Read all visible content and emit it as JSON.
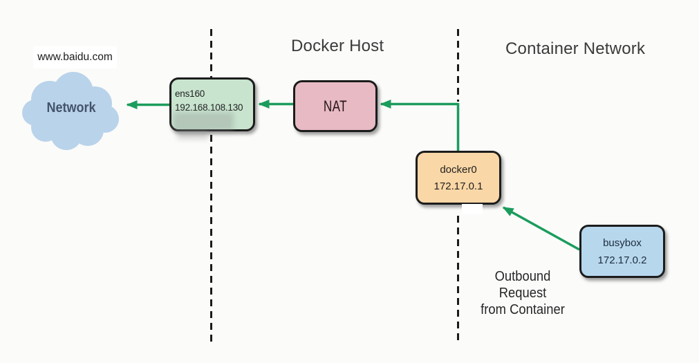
{
  "titles": {
    "docker_host": "Docker Host",
    "container_network": "Container Network"
  },
  "external": {
    "domain": "www.baidu.com"
  },
  "cloud": {
    "label": "Network"
  },
  "nodes": {
    "ens160": {
      "name": "ens160",
      "ip": "192.168.108.130"
    },
    "nat": {
      "label": "NAT"
    },
    "docker0": {
      "name": "docker0",
      "ip": "172.17.0.1"
    },
    "busybox": {
      "name": "busybox",
      "ip": "172.17.0.2"
    }
  },
  "annotation": {
    "lines": [
      "Outbound",
      "Request",
      "from Container"
    ]
  },
  "flow": {
    "edges": [
      {
        "from": "busybox",
        "to": "docker0"
      },
      {
        "from": "docker0",
        "to": "NAT"
      },
      {
        "from": "NAT",
        "to": "ens160"
      },
      {
        "from": "ens160",
        "to": "Network"
      }
    ]
  },
  "colors": {
    "arrow": "#1b9c5c",
    "dash": "#1a1a1a",
    "border": "#1c1c1c",
    "cloud_fill": "#b9d3ea",
    "ens160_fill": "#c8e4cf",
    "nat_fill": "#e8bac3",
    "docker0_fill": "#fad7a6",
    "busybox_fill": "#b7d7ed"
  }
}
